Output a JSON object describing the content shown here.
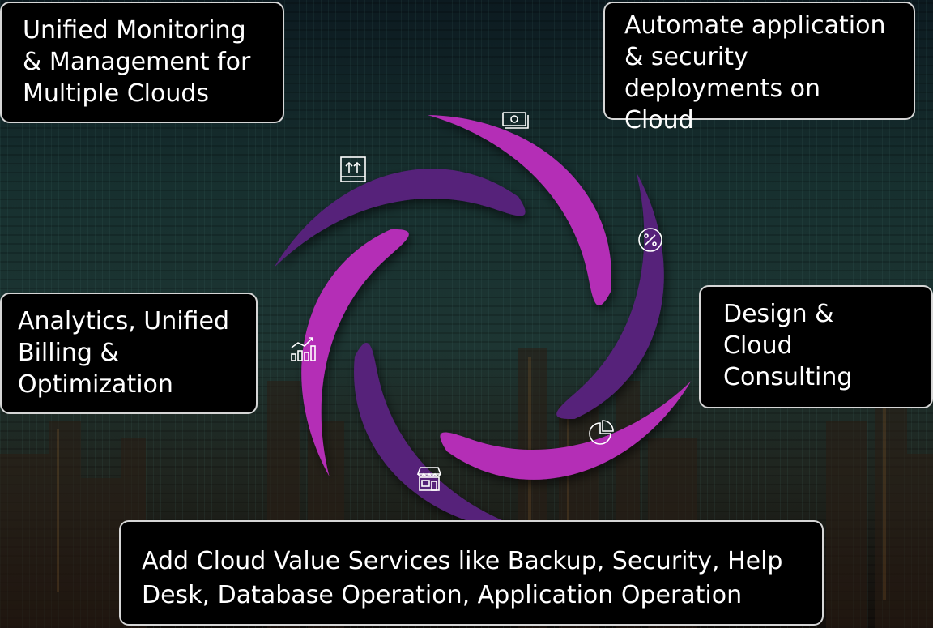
{
  "boxes": {
    "top_left": "Unified Monitoring\n& Management for\nMultiple Clouds",
    "top_right": "Automate application\n& security\ndeployments on Cloud",
    "right": "Design &\nCloud\nConsulting",
    "left": "Analytics, Unified\nBilling &\nOptimization",
    "bottom": "Add Cloud Value Services like Backup, Security, Help\nDesk, Database Operation, Application Operation"
  },
  "petals": [
    {
      "icon": "upload-box-icon",
      "color": "#57217a"
    },
    {
      "icon": "money-icon",
      "color": "#b42db6"
    },
    {
      "icon": "percent-icon",
      "color": "#57217a"
    },
    {
      "icon": "pie-chart-icon",
      "color": "#b42db6"
    },
    {
      "icon": "store-icon",
      "color": "#57217a"
    },
    {
      "icon": "growth-chart-icon",
      "color": "#b42db6"
    }
  ],
  "colors": {
    "purple_dark": "#57217a",
    "magenta": "#b42db6",
    "box_border": "#d6d6d6"
  }
}
